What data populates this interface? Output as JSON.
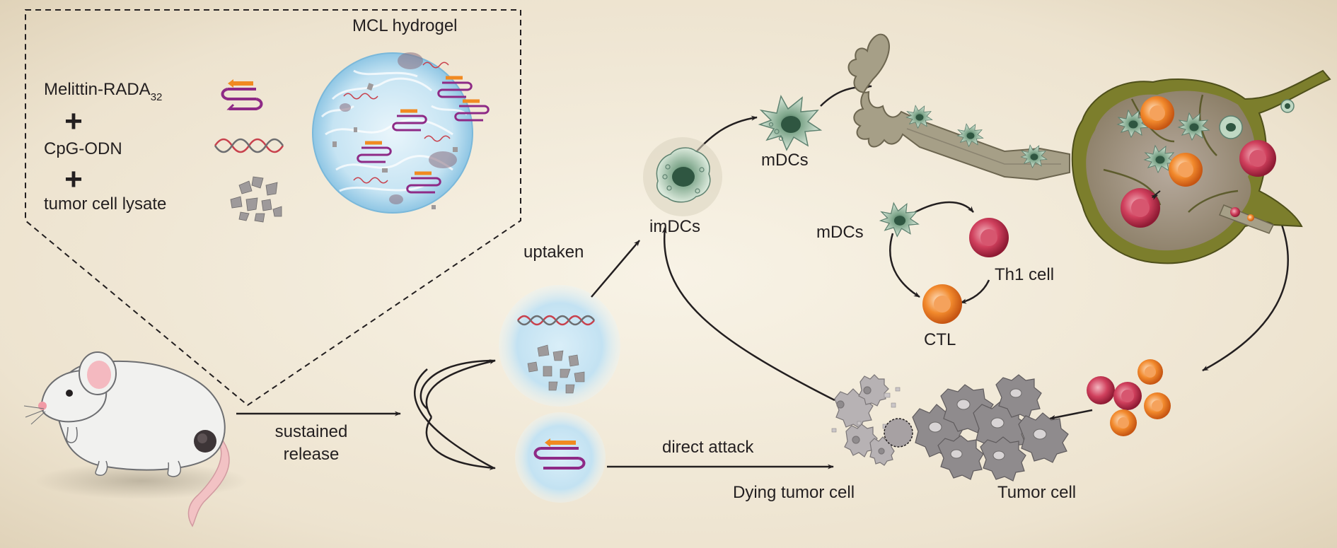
{
  "inset": {
    "title": "MCL hydrogel",
    "components": {
      "melittin": {
        "name": "Melittin-RADA",
        "subscript": "32"
      },
      "plus1": "+",
      "cpg": "CpG-ODN",
      "plus2": "+",
      "lysate": "tumor cell lysate"
    }
  },
  "flow": {
    "sustained_line1": "sustained",
    "sustained_line2": "release",
    "uptaken": "uptaken",
    "direct_attack": "direct attack",
    "imdcs": "imDCs",
    "mdcs_top": "mDCs",
    "mdcs_cycle": "mDCs",
    "th1": "Th1 cell",
    "ctl": "CTL",
    "dying": "Dying tumor cell",
    "tumor": "Tumor cell"
  },
  "colors": {
    "bg_center": "#f7f1e3",
    "bg_edge": "#e3d6bd",
    "arrow": "#231f20",
    "peptide_purple": "#8e2a86",
    "peptide_orange": "#f18a21",
    "gel_blue": "#a9d6ee",
    "dc_green": "#bfd8c3",
    "th1_red": "#c72a4a",
    "ctl_orange": "#f07a24",
    "tumor_gray": "#8f8b8d",
    "lymph_olive": "#7c7e2c",
    "vessel_gray": "#a69f87"
  }
}
